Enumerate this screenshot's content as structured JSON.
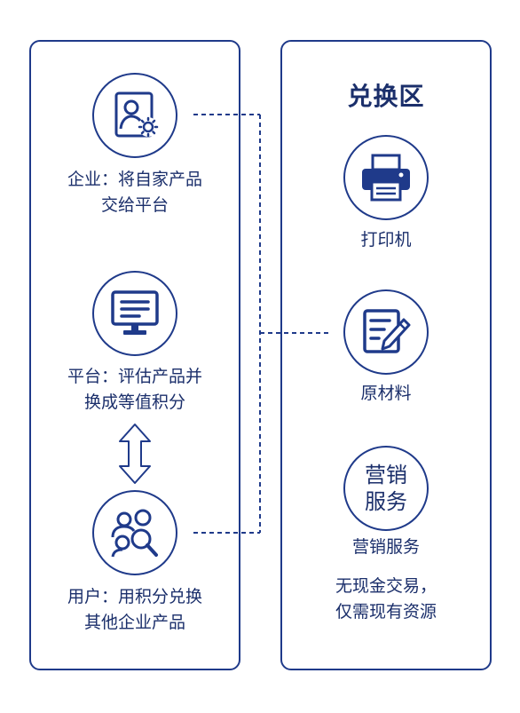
{
  "left": {
    "nodes": [
      {
        "lines": [
          "企业：将自家产品",
          "交给平台"
        ],
        "icon": "user-gear-icon"
      },
      {
        "lines": [
          "平台：评估产品并",
          "换成等值积分"
        ],
        "icon": "monitor-icon"
      },
      {
        "lines": [
          "用户：用积分兑换",
          "其他企业产品"
        ],
        "icon": "user-group-search-icon"
      }
    ]
  },
  "right": {
    "title": "兑换区",
    "items": [
      {
        "label": "打印机",
        "icon": "printer-icon"
      },
      {
        "label": "原材料",
        "icon": "document-edit-icon"
      },
      {
        "label": "营销服务",
        "circle_lines": [
          "营销",
          "服务"
        ]
      }
    ],
    "note_lines": [
      "无现金交易，",
      "仅需现有资源"
    ]
  },
  "colors": {
    "primary": "#1f3a8a",
    "text": "#1b2f6b"
  }
}
